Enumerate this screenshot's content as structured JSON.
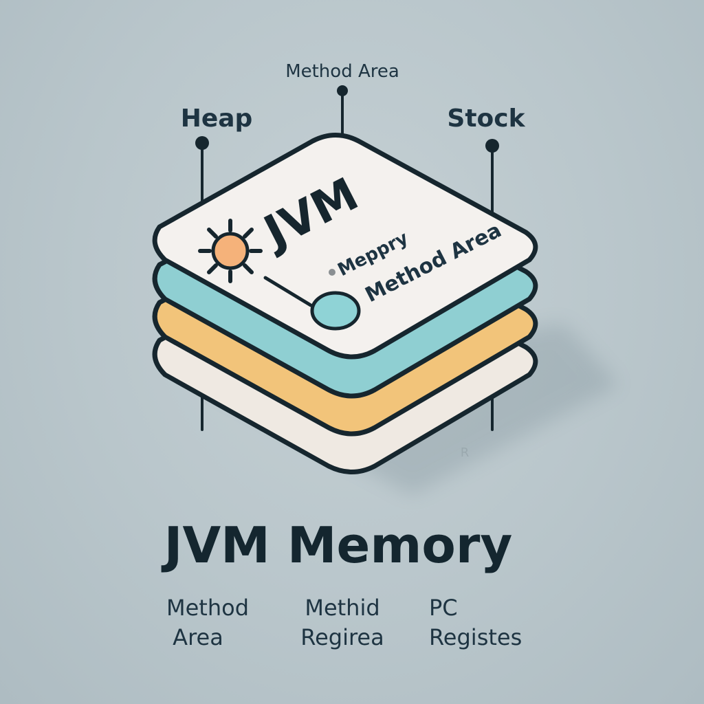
{
  "callouts": {
    "method_area": "Method Area",
    "heap": "Heap",
    "stack": "Stock",
    "faint_mark": "R"
  },
  "card": {
    "title": "JVM",
    "line1": "Meppry",
    "line2": "Method Area"
  },
  "main_title": "JVM Memory",
  "bottom_labels": [
    {
      "line1": "Method",
      "line2": "Area"
    },
    {
      "line1": "Methid",
      "line2": "Regirea"
    },
    {
      "line1": "PC",
      "line2": "Registes"
    }
  ],
  "icons": {
    "gear": "gear-icon",
    "node": "circle-node-icon",
    "pin": "pin-dot-icon"
  },
  "colors": {
    "background": "#b9c6cb",
    "outline": "#16262e",
    "top_layer": "#f4f1ee",
    "teal_layer": "#8fcfd2",
    "amber_layer": "#f2c47a",
    "cream_layer": "#efe9e2",
    "gear": "#f5b27a",
    "node": "#8fd3d6",
    "text": "#1e3442"
  }
}
